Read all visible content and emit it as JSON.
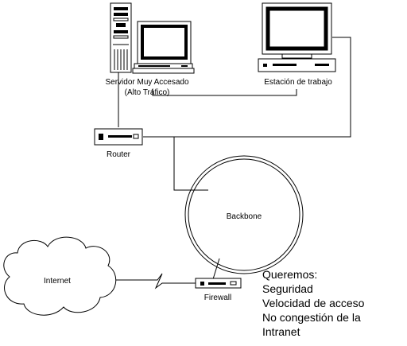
{
  "nodes": {
    "server": {
      "label_line1": "Servidor Muy Accesado",
      "label_line2": "(Alto Tráfico)",
      "icon": "server-tower-with-monitor-icon"
    },
    "workstation": {
      "label": "Estación de trabajo",
      "icon": "desktop-computer-icon"
    },
    "router": {
      "label": "Router",
      "icon": "router-icon"
    },
    "backbone": {
      "label": "Backbone",
      "icon": "ring-network-icon"
    },
    "internet": {
      "label": "Internet",
      "icon": "cloud-icon"
    },
    "firewall": {
      "label": "Firewall",
      "icon": "firewall-device-icon"
    }
  },
  "goals": {
    "title": "Queremos:",
    "items": [
      "Seguridad",
      "Velocidad de acceso",
      "No congestión de la",
      "Intranet"
    ]
  }
}
